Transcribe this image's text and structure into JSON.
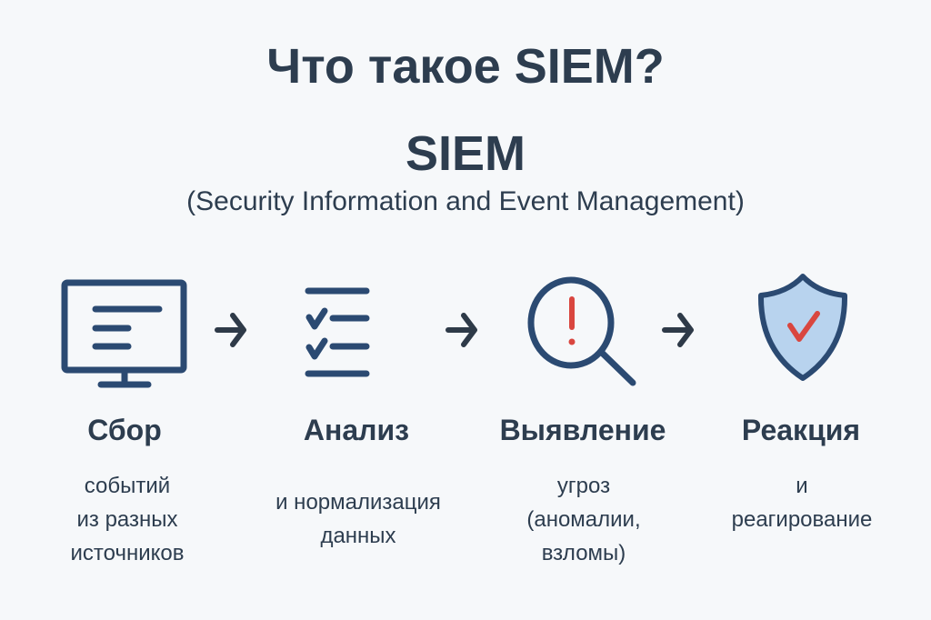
{
  "title": "Что такое SIEM?",
  "abbreviation": "SIEM",
  "full_name": "(Security Information and Event Management)",
  "colors": {
    "navy": "#2b4a72",
    "text": "#2d3d4f",
    "red": "#d9463f",
    "shield_fill": "#b8d3ee",
    "arrow": "#2e3a48"
  },
  "steps": [
    {
      "icon": "monitor-icon",
      "title": "Сбор",
      "desc": [
        "событий",
        "из разных",
        "источников"
      ]
    },
    {
      "icon": "checklist-icon",
      "title": "Анализ",
      "desc": [
        "и нормализация",
        "данных"
      ]
    },
    {
      "icon": "magnifier-alert-icon",
      "title": "Выявление",
      "desc": [
        "угроз",
        "(аномалии,",
        "взломы)"
      ]
    },
    {
      "icon": "shield-check-icon",
      "title": "Реакция",
      "desc": [
        "и",
        "реагирование"
      ]
    }
  ]
}
